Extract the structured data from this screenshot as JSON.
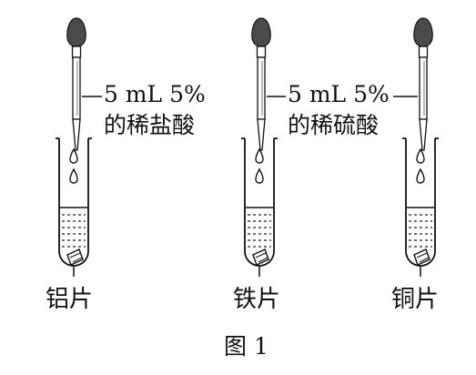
{
  "figure": {
    "caption": "图 1"
  },
  "reagents": {
    "hcl": {
      "volume": "5 mL 5%",
      "name": "的稀盐酸"
    },
    "h2so4": {
      "volume": "5 mL 5%",
      "name": "的稀硫酸"
    }
  },
  "tubes": [
    {
      "metal": "铝片"
    },
    {
      "metal": "铁片"
    },
    {
      "metal": "铜片"
    }
  ]
}
